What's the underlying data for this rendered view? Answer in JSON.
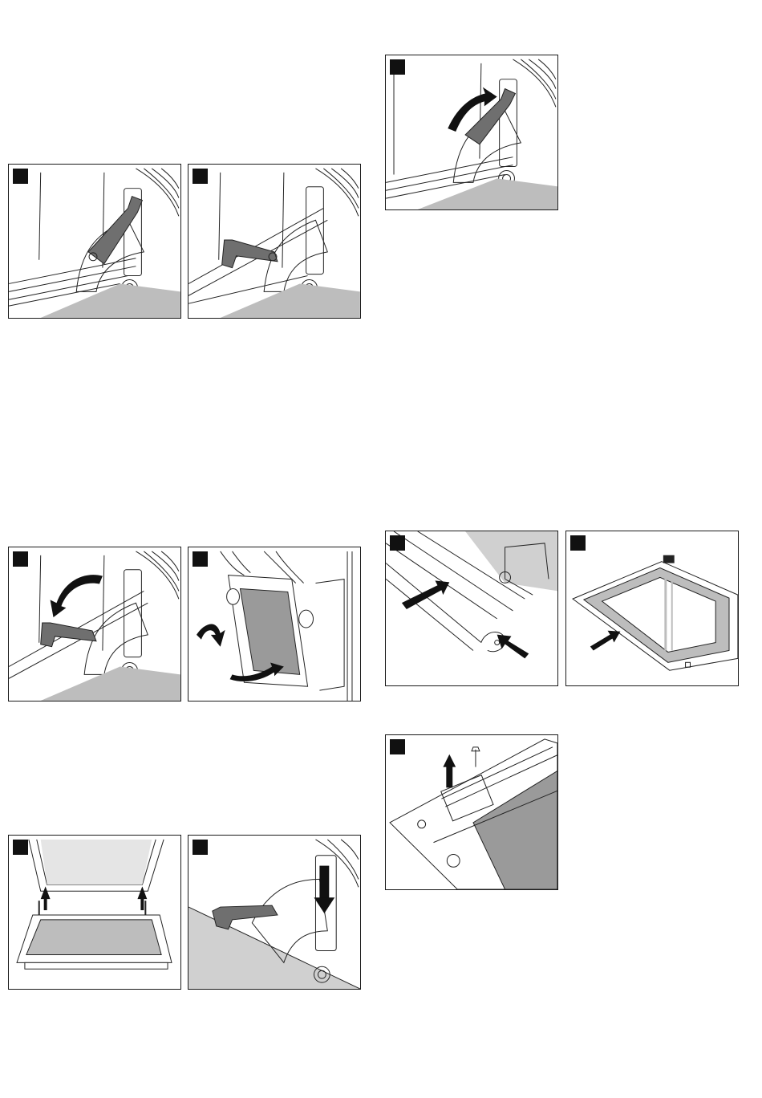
{
  "colors": {
    "frame": "#1a1a1a",
    "line": "#222222",
    "lever": "#6f6f6f",
    "floor": "#bdbdbd",
    "glass": "#9a9a9a",
    "marker": "#111111"
  },
  "panels": [
    {
      "id": "hinge-lever-closed",
      "icon": "hinge-lever-down-icon"
    },
    {
      "id": "hinge-lever-folded",
      "icon": "hinge-lever-folded-icon"
    },
    {
      "id": "hinge-lever-open",
      "icon": "hinge-lever-up-arrow-icon"
    },
    {
      "id": "hinge-lever-fold-back",
      "icon": "hinge-lever-down-arrow-icon"
    },
    {
      "id": "door-remove",
      "icon": "door-lift-out-icon"
    },
    {
      "id": "door-cover-strip",
      "icon": "cover-strip-remove-icon"
    },
    {
      "id": "door-glass-pane",
      "icon": "glass-pane-slide-icon"
    },
    {
      "id": "door-glass-clamp",
      "icon": "clamp-screw-remove-icon"
    },
    {
      "id": "door-refit",
      "icon": "door-refit-arrows-icon"
    },
    {
      "id": "hinge-reinsert",
      "icon": "hinge-insert-arrow-icon"
    }
  ]
}
